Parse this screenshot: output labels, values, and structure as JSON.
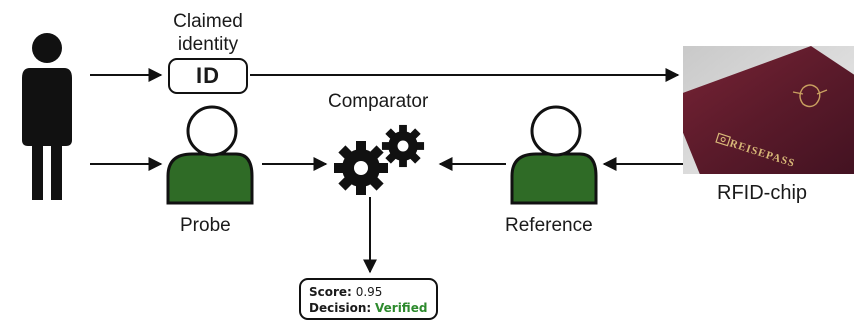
{
  "labels": {
    "claimed_identity_line1": "Claimed",
    "claimed_identity_line2": "identity",
    "id_box": "ID",
    "comparator": "Comparator",
    "probe": "Probe",
    "reference": "Reference",
    "rfid_chip": "RFID-chip"
  },
  "result": {
    "score_label": "Score:",
    "score_value": "0.95",
    "decision_label": "Decision:",
    "decision_value": "Verified"
  },
  "passport_text": {
    "cover_word": "REISEPASS"
  },
  "colors": {
    "person_fill": "#2f6b26",
    "decision_color": "#2d8a2d",
    "passport_cover": "#5a1a2a",
    "line": "#111111"
  },
  "icons": [
    "person-icon",
    "user-avatar-icon",
    "gears-icon",
    "passport-icon",
    "eagle-emblem-icon",
    "chip-symbol-icon"
  ]
}
